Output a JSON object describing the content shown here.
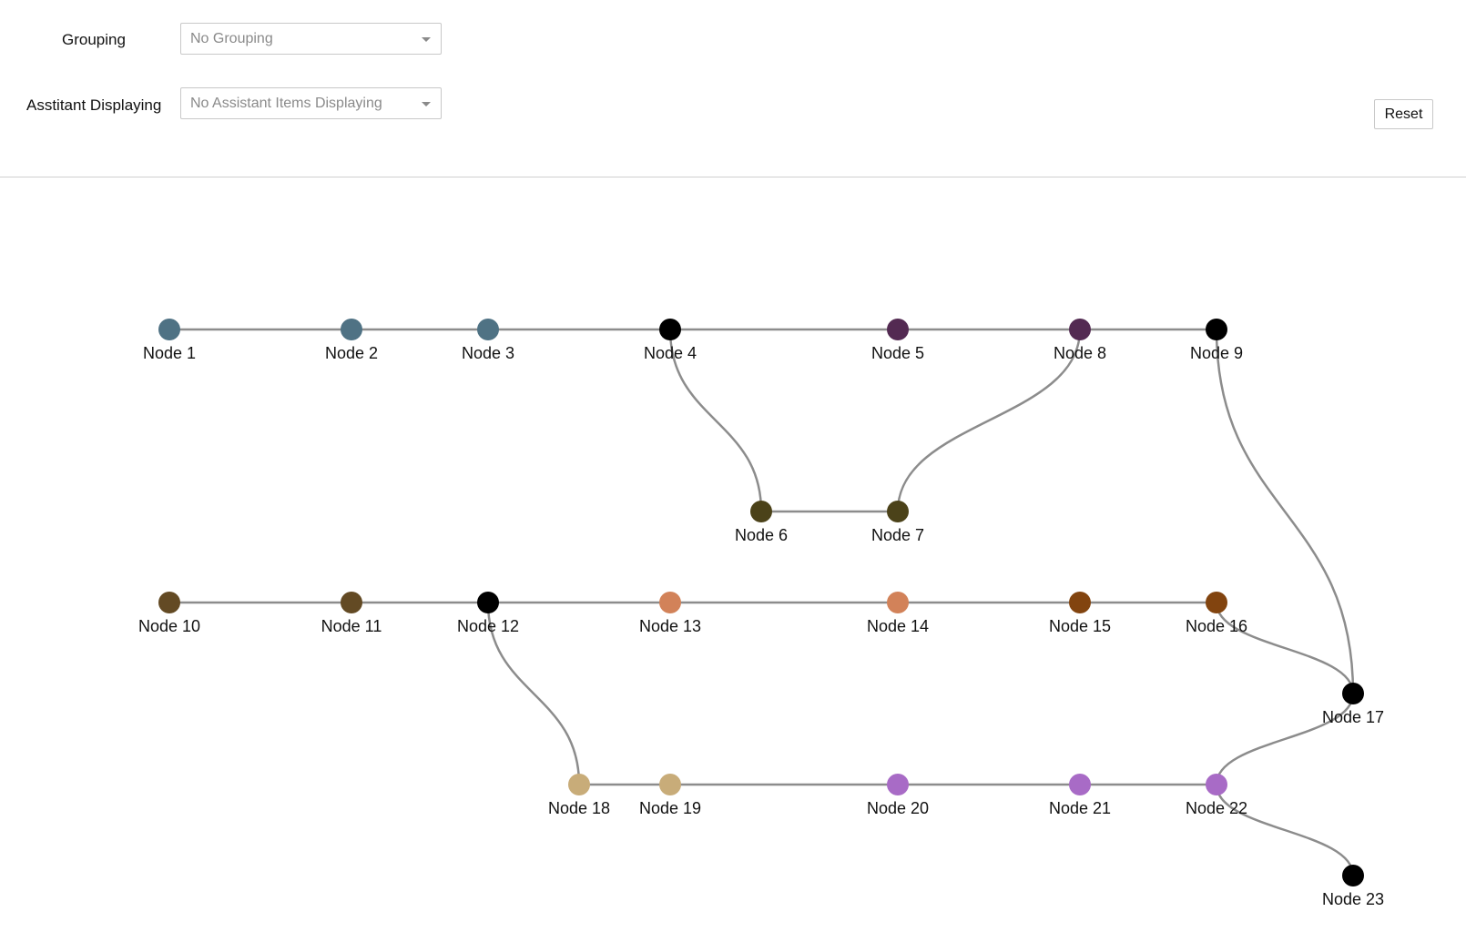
{
  "controls": {
    "grouping_label": "Grouping",
    "grouping_value": "No Grouping",
    "assistant_label": "Asstitant Displaying",
    "assistant_value": "No Assistant Items Displaying",
    "reset_label": "Reset"
  },
  "graph": {
    "edge_color": "#8c8c8c",
    "nodes": [
      {
        "id": 1,
        "label": "Node 1",
        "color": "#4f7284"
      },
      {
        "id": 2,
        "label": "Node 2",
        "color": "#4f7284"
      },
      {
        "id": 3,
        "label": "Node 3",
        "color": "#4f7284"
      },
      {
        "id": 4,
        "label": "Node 4",
        "color": "#000000"
      },
      {
        "id": 5,
        "label": "Node 5",
        "color": "#532a52"
      },
      {
        "id": 6,
        "label": "Node 6",
        "color": "#4b4219"
      },
      {
        "id": 7,
        "label": "Node 7",
        "color": "#4b4219"
      },
      {
        "id": 8,
        "label": "Node 8",
        "color": "#532a52"
      },
      {
        "id": 9,
        "label": "Node 9",
        "color": "#000000"
      },
      {
        "id": 10,
        "label": "Node 10",
        "color": "#634a24"
      },
      {
        "id": 11,
        "label": "Node 11",
        "color": "#634a24"
      },
      {
        "id": 12,
        "label": "Node 12",
        "color": "#000000"
      },
      {
        "id": 13,
        "label": "Node 13",
        "color": "#d28259"
      },
      {
        "id": 14,
        "label": "Node 14",
        "color": "#d28259"
      },
      {
        "id": 15,
        "label": "Node 15",
        "color": "#82440f"
      },
      {
        "id": 16,
        "label": "Node 16",
        "color": "#82440f"
      },
      {
        "id": 17,
        "label": "Node 17",
        "color": "#000000"
      },
      {
        "id": 18,
        "label": "Node 18",
        "color": "#c8ac79"
      },
      {
        "id": 19,
        "label": "Node 19",
        "color": "#c8ac79"
      },
      {
        "id": 20,
        "label": "Node 20",
        "color": "#a86bc6"
      },
      {
        "id": 21,
        "label": "Node 21",
        "color": "#a86bc6"
      },
      {
        "id": 22,
        "label": "Node 22",
        "color": "#a86bc6"
      },
      {
        "id": 23,
        "label": "Node 23",
        "color": "#000000"
      }
    ],
    "edges": [
      [
        1,
        2
      ],
      [
        2,
        3
      ],
      [
        3,
        4
      ],
      [
        4,
        5
      ],
      [
        5,
        8
      ],
      [
        8,
        9
      ],
      [
        4,
        6
      ],
      [
        6,
        7
      ],
      [
        7,
        8
      ],
      [
        9,
        17
      ],
      [
        10,
        11
      ],
      [
        11,
        12
      ],
      [
        12,
        13
      ],
      [
        13,
        14
      ],
      [
        14,
        15
      ],
      [
        15,
        16
      ],
      [
        12,
        18
      ],
      [
        18,
        19
      ],
      [
        19,
        20
      ],
      [
        20,
        21
      ],
      [
        21,
        22
      ],
      [
        16,
        17
      ],
      [
        17,
        22
      ],
      [
        22,
        23
      ]
    ]
  }
}
